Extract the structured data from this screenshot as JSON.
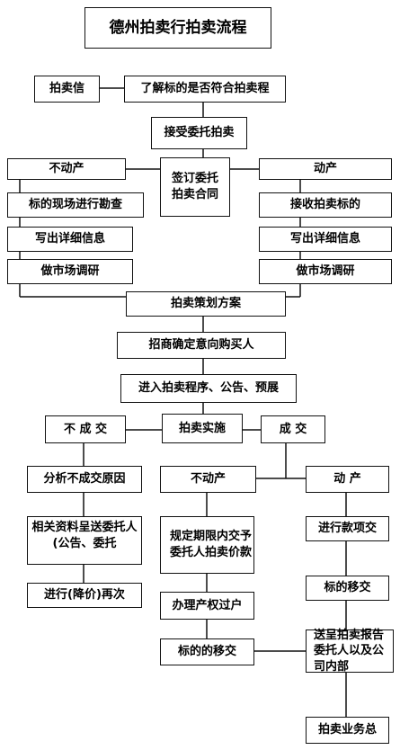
{
  "title": "德州拍卖行拍卖流程",
  "nodes": {
    "auction_letter": "拍卖信",
    "check_target": "了解标的是否符合拍卖程",
    "accept": "接受委托拍卖",
    "real_estate": "不动产",
    "sign_contract": "签订委托拍卖合同",
    "movable": "动产",
    "site_survey": "标的现场进行勘查",
    "receive_target": "接收拍卖标的",
    "write_info_left": "写出详细信息",
    "write_info_right": "写出详细信息",
    "market_left": "做市场调研",
    "market_right": "做市场调研",
    "plan": "拍卖策划方案",
    "recruit": "招商确定意向购买人",
    "procedure": "进入拍卖程序、公告、预展",
    "not_deal": "不 成 交",
    "implement": "拍卖实施",
    "deal": "成 交",
    "analyze": "分析不成交原因",
    "materials": "相关资料呈送委托人(公告、委托",
    "again": "进行(降价)再次",
    "deal_real_estate": "不动产",
    "deal_movable": "动 产",
    "payment_real": "规定期限内交予委托人拍卖价款",
    "payment_movable": "进行款项交",
    "transfer_property": "办理产权过户",
    "handover_movable": "标的移交",
    "handover_real": "标的的移交",
    "report": "送呈拍卖报告委托人以及公司内部",
    "summary": "拍卖业务总"
  }
}
